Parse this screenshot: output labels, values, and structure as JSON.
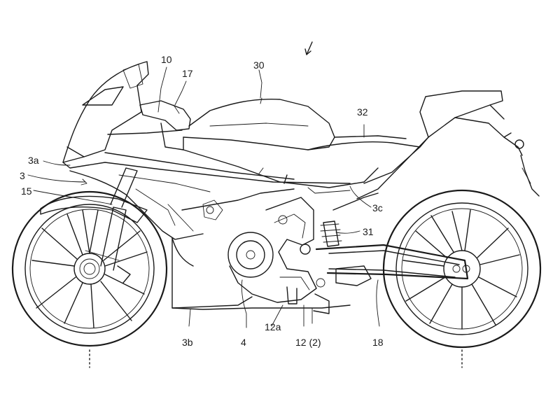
{
  "labels": {
    "l10": "10",
    "l17": "17",
    "l30": "30",
    "l32": "32",
    "l3a": "3a",
    "l3": "3",
    "l15": "15",
    "l3c": "3c",
    "l31": "31",
    "l3b": "3b",
    "l4": "4",
    "l12a": "12a",
    "l12_2": "12 (2)",
    "l18": "18"
  },
  "colors": {
    "ink": "#1a1a1a",
    "paper": "#ffffff"
  }
}
